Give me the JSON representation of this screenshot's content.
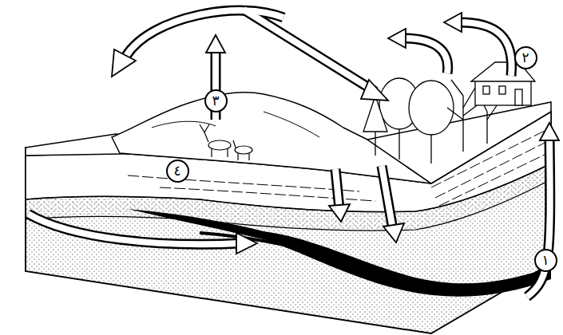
{
  "diagram": {
    "nodes": [
      {
        "text": [
          "٢"
        ]
      },
      {
        "text": [
          "٣"
        ]
      },
      {
        "text": [
          "٤"
        ]
      },
      {
        "text": [
          "١"
        ]
      }
    ]
  }
}
